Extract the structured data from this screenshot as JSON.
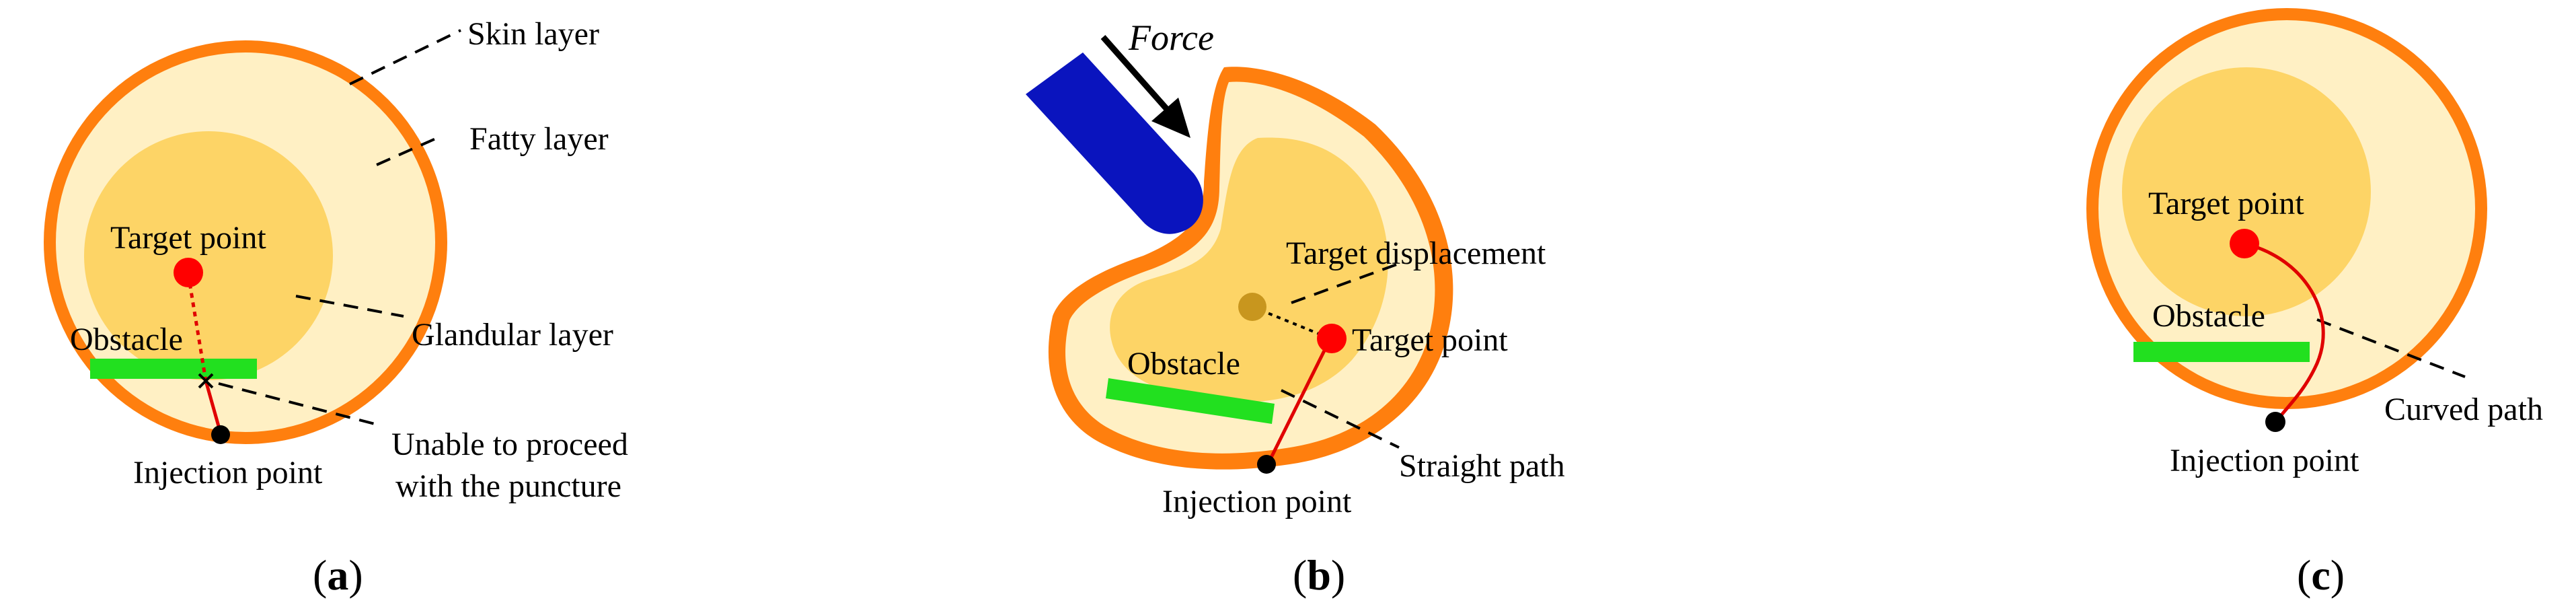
{
  "panel_a": {
    "skin_layer": "Skin layer",
    "fatty_layer": "Fatty layer",
    "glandular_layer": "Glandular layer",
    "target_point": "Target point",
    "obstacle": "Obstacle",
    "injection_point": "Injection point",
    "unable_line1": "Unable to proceed",
    "unable_line2": "with the puncture",
    "caption_open": "(",
    "caption_letter": "a",
    "caption_close": ")"
  },
  "panel_b": {
    "force": "Force",
    "target_displacement": "Target displacement",
    "target_point": "Target point",
    "obstacle": "Obstacle",
    "straight_path": "Straight path",
    "injection_point": "Injection point",
    "caption_open": "(",
    "caption_letter": "b",
    "caption_close": ")"
  },
  "panel_c": {
    "target_point": "Target point",
    "obstacle": "Obstacle",
    "curved_path": "Curved path",
    "injection_point": "Injection point",
    "caption_open": "(",
    "caption_letter": "c",
    "caption_close": ")"
  },
  "colors": {
    "skin": "#FF7F0E",
    "fatty": "#FFF0C4",
    "glandular": "#FDD466",
    "target": "#FF0000",
    "obstacle": "#22E01F",
    "probe": "#0A14BE",
    "path": "#E00000",
    "displaced_target": "#C8961E"
  }
}
